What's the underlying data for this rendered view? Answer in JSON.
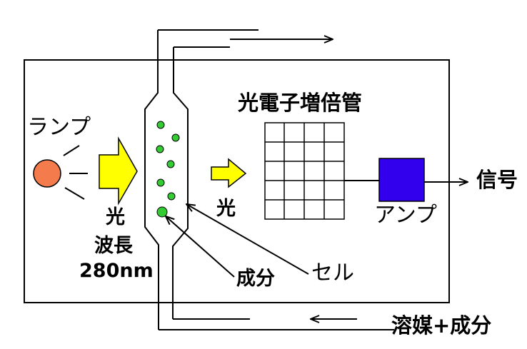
{
  "labels": {
    "lamp": "ランプ",
    "light_left": "光",
    "wavelength": "波長",
    "wavelength_value": "280nm",
    "light_mid": "光",
    "pmt": "光電子増倍管",
    "amp": "アンプ",
    "signal": "信号",
    "component": "成分",
    "cell": "セル",
    "solvent": "溶媒+成分"
  },
  "colors": {
    "lamp": "#f47c4c",
    "arrow_fill": "#ffff00",
    "particle": "#33cc33",
    "amp": "#3300ee",
    "stroke": "#000000"
  }
}
